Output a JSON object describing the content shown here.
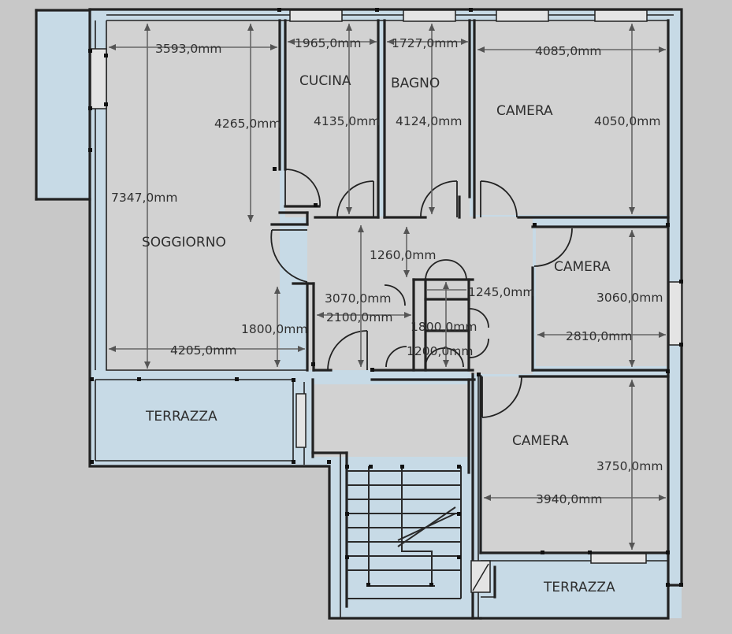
{
  "plan": {
    "rooms": {
      "soggiorno": "SOGGIORNO",
      "cucina": "CUCINA",
      "bagno": "BAGNO",
      "camera_top_right": "CAMERA",
      "camera_middle_right": "CAMERA",
      "camera_bottom_right": "CAMERA",
      "terrazza_left": "TERRAZZA",
      "terrazza_bottom": "TERRAZZA"
    },
    "dimensions": {
      "soggiorno_width_top": "3593,0mm",
      "soggiorno_height_right": "4265,0mm",
      "soggiorno_height_full": "7347,0mm",
      "soggiorno_width_bottom": "4205,0mm",
      "cucina_width": "1965,0mm",
      "cucina_height": "4135,0mm",
      "bagno_width": "1727,0mm",
      "bagno_height": "4124,0mm",
      "camera_top_width": "4085,0mm",
      "camera_top_height": "4050,0mm",
      "corridor_short": "1260,0mm",
      "corridor_height": "3070,0mm",
      "corridor_width": "2100,0mm",
      "entry_height": "1800,0mm",
      "closet_width_a": "1245,0mm",
      "closet_height": "1800,0mm",
      "closet_width_b": "1200,0mm",
      "camera_mid_height": "3060,0mm",
      "camera_mid_width": "2810,0mm",
      "camera_bottom_height": "3750,0mm",
      "camera_bottom_width": "3940,0mm"
    }
  }
}
